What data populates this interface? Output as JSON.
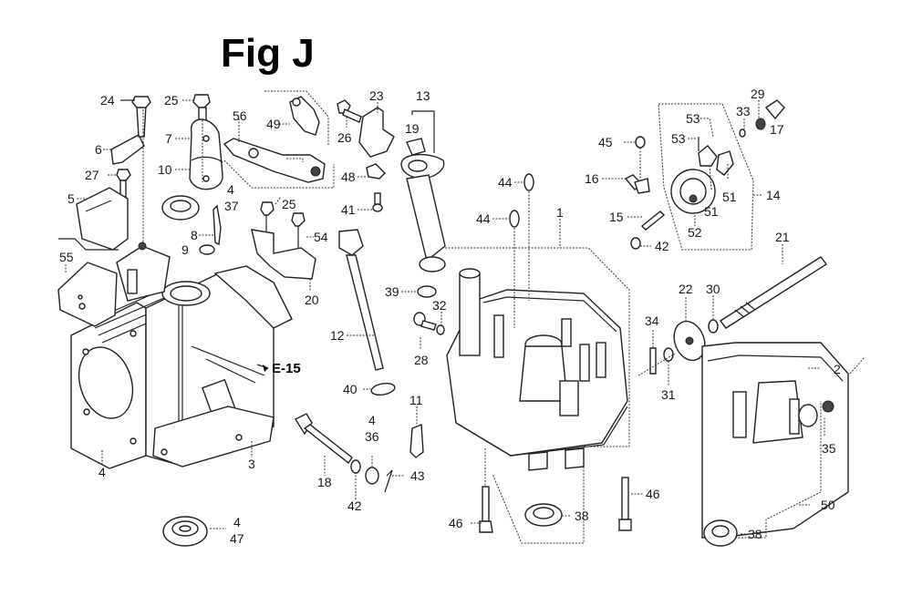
{
  "figure": {
    "title": "Fig J",
    "cross_reference": "E-15"
  },
  "callouts": [
    {
      "id": "c24",
      "text": "24"
    },
    {
      "id": "c25a",
      "text": "25"
    },
    {
      "id": "c56",
      "text": "56"
    },
    {
      "id": "c49",
      "text": "49"
    },
    {
      "id": "c6",
      "text": "6"
    },
    {
      "id": "c7",
      "text": "7"
    },
    {
      "id": "c27",
      "text": "27"
    },
    {
      "id": "c10",
      "text": "10"
    },
    {
      "id": "c4a",
      "text": "4"
    },
    {
      "id": "c37",
      "text": "37"
    },
    {
      "id": "c5",
      "text": "5"
    },
    {
      "id": "c8",
      "text": "8"
    },
    {
      "id": "c9",
      "text": "9"
    },
    {
      "id": "c25b",
      "text": "25"
    },
    {
      "id": "c54",
      "text": "54"
    },
    {
      "id": "c55",
      "text": "55"
    },
    {
      "id": "c20",
      "text": "20"
    },
    {
      "id": "c23",
      "text": "23"
    },
    {
      "id": "c26",
      "text": "26"
    },
    {
      "id": "c13",
      "text": "13"
    },
    {
      "id": "c19",
      "text": "19"
    },
    {
      "id": "c48",
      "text": "48"
    },
    {
      "id": "c41",
      "text": "41"
    },
    {
      "id": "c12",
      "text": "12"
    },
    {
      "id": "c39",
      "text": "39"
    },
    {
      "id": "c32",
      "text": "32"
    },
    {
      "id": "c28",
      "text": "28"
    },
    {
      "id": "c40",
      "text": "40"
    },
    {
      "id": "c11",
      "text": "11"
    },
    {
      "id": "c44a",
      "text": "44"
    },
    {
      "id": "c44b",
      "text": "44"
    },
    {
      "id": "c1",
      "text": "1"
    },
    {
      "id": "c45",
      "text": "45"
    },
    {
      "id": "c16",
      "text": "16"
    },
    {
      "id": "c15",
      "text": "15"
    },
    {
      "id": "c42a",
      "text": "42"
    },
    {
      "id": "c53a",
      "text": "53"
    },
    {
      "id": "c53b",
      "text": "53"
    },
    {
      "id": "c51a",
      "text": "51"
    },
    {
      "id": "c51b",
      "text": "51"
    },
    {
      "id": "c52",
      "text": "52"
    },
    {
      "id": "c14",
      "text": "14"
    },
    {
      "id": "c29",
      "text": "29"
    },
    {
      "id": "c33",
      "text": "33"
    },
    {
      "id": "c17",
      "text": "17"
    },
    {
      "id": "c21",
      "text": "21"
    },
    {
      "id": "c22",
      "text": "22"
    },
    {
      "id": "c30",
      "text": "30"
    },
    {
      "id": "c34",
      "text": "34"
    },
    {
      "id": "c31",
      "text": "31"
    },
    {
      "id": "c2",
      "text": "2"
    },
    {
      "id": "c35",
      "text": "35"
    },
    {
      "id": "c50",
      "text": "50"
    },
    {
      "id": "c38a",
      "text": "38"
    },
    {
      "id": "c38b",
      "text": "38"
    },
    {
      "id": "c46a",
      "text": "46"
    },
    {
      "id": "c46b",
      "text": "46"
    },
    {
      "id": "c4b",
      "text": "4"
    },
    {
      "id": "c3",
      "text": "3"
    },
    {
      "id": "c18",
      "text": "18"
    },
    {
      "id": "c42b",
      "text": "42"
    },
    {
      "id": "c4c",
      "text": "4"
    },
    {
      "id": "c36",
      "text": "36"
    },
    {
      "id": "c43",
      "text": "43"
    },
    {
      "id": "c4d",
      "text": "4"
    },
    {
      "id": "c47",
      "text": "47"
    }
  ]
}
